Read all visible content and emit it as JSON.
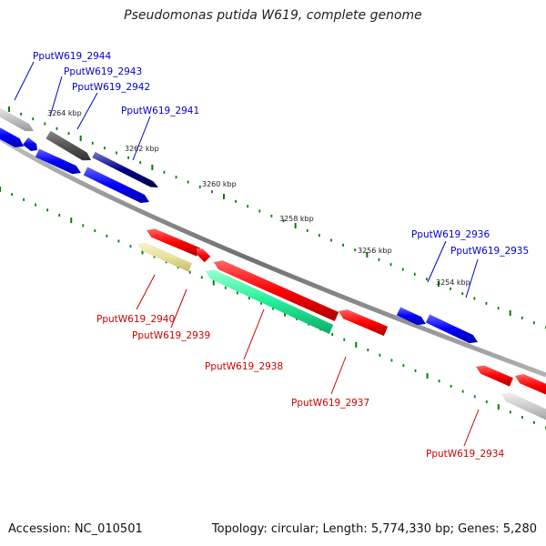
{
  "title": "Pseudomonas putida W619, complete genome",
  "footer": {
    "accession": "Accession: NC_010501",
    "topology": "Topology: circular; Length: 5,774,330 bp; Genes: 5,280"
  },
  "colors": {
    "plus_strand": "#0000ff",
    "minus_strand": "#ff0000",
    "label_plus": "#0000cc",
    "label_minus": "#cc0000",
    "tick": "#008000",
    "backbone": "#808080"
  },
  "kbp_labels": [
    "3264 kbp",
    "3262 kbp",
    "3260 kbp",
    "3258 kbp",
    "3256 kbp",
    "3254 kbp"
  ],
  "genes": [
    {
      "name": "PputW619_2944",
      "strand": "+",
      "color": "#0000ff"
    },
    {
      "name": "PputW619_2943",
      "strand": "+",
      "color": "#444444"
    },
    {
      "name": "PputW619_2942",
      "strand": "+",
      "color": "#0000ff"
    },
    {
      "name": "PputW619_2941",
      "strand": "+",
      "color": "#000088"
    },
    {
      "name": "PputW619_2940",
      "strand": "-",
      "color": "#e8e09a"
    },
    {
      "name": "PputW619_2939",
      "strand": "-",
      "color": "#ff0000"
    },
    {
      "name": "PputW619_2938",
      "strand": "-",
      "color": "#22ee99"
    },
    {
      "name": "PputW619_2937",
      "strand": "-",
      "color": "#ff0000"
    },
    {
      "name": "PputW619_2936",
      "strand": "+",
      "color": "#0000ff"
    },
    {
      "name": "PputW619_2935",
      "strand": "+",
      "color": "#0000ff"
    },
    {
      "name": "PputW619_2934",
      "strand": "-",
      "color": "#ff0000"
    }
  ]
}
